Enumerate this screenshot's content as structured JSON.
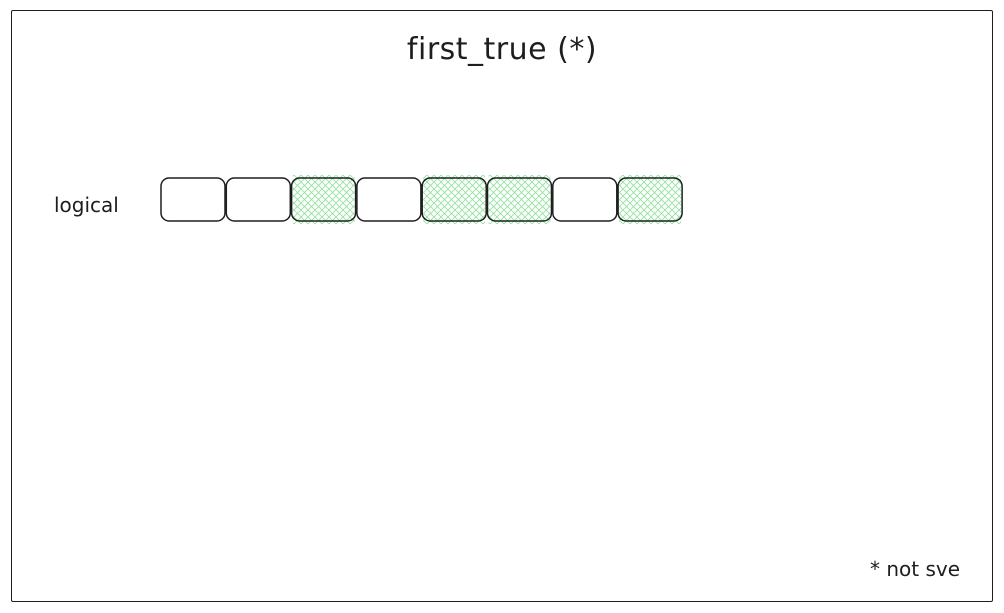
{
  "title": "first_true (*)",
  "row_label": "logical",
  "cells": [
    false,
    false,
    true,
    false,
    true,
    true,
    false,
    true
  ],
  "footnote": "* not sve",
  "colors": {
    "stroke": "#1e1e1e",
    "true_fill": "#b2f2bb",
    "false_fill": "#ffffff"
  }
}
